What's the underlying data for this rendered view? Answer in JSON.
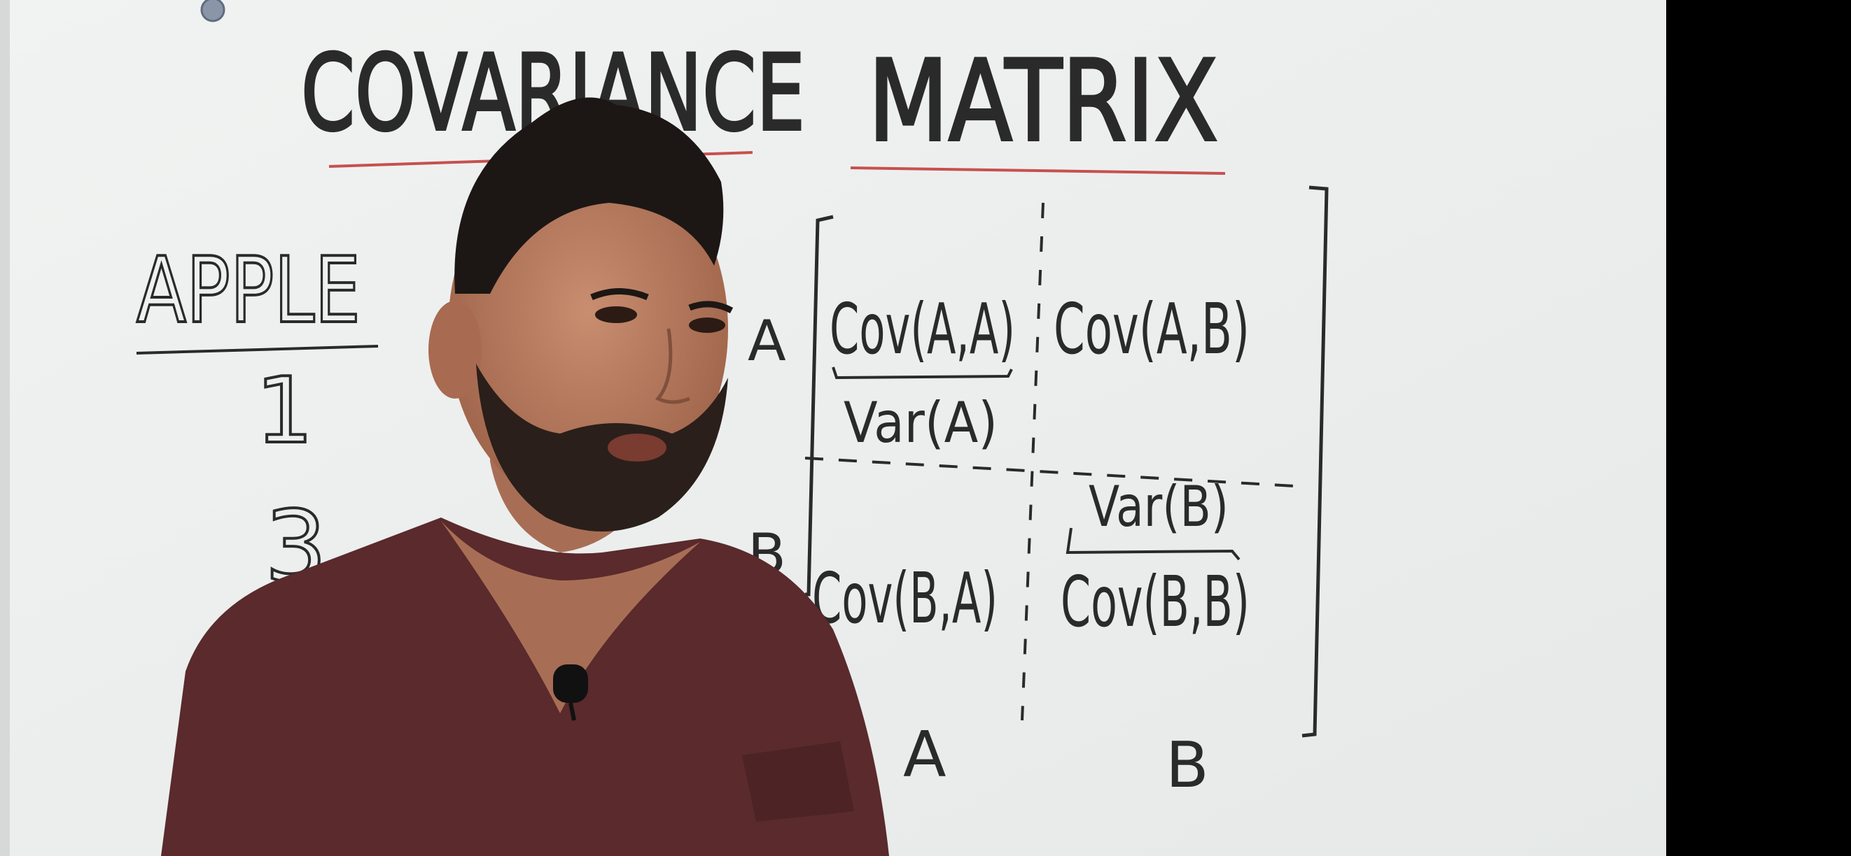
{
  "board": {
    "title_left": "COVARIANCE",
    "title_right": "MATRIX",
    "table": {
      "header": "APPLE",
      "values": [
        "1",
        "3"
      ]
    },
    "matrix": {
      "row_labels": [
        "A",
        "B"
      ],
      "col_labels": [
        "A",
        "B"
      ],
      "cells": {
        "aa": "Cov(A,A)",
        "aa_note": "Var(A)",
        "ab": "Cov(A,B)",
        "ba": "Cov(B,A)",
        "bb": "Cov(B,B)",
        "bb_note": "Var(B)"
      }
    }
  },
  "colors": {
    "whiteboard": "#eef0ef",
    "ink": "#2a2a2a",
    "red_underline": "#c6504f",
    "shirt": "#5a2a2c",
    "skin": "#b87a5e",
    "hair": "#1c1714",
    "letterbox": "#000000"
  },
  "icons": {
    "top_left_marker": "circle-marker-icon",
    "microphone": "lapel-mic-icon"
  }
}
